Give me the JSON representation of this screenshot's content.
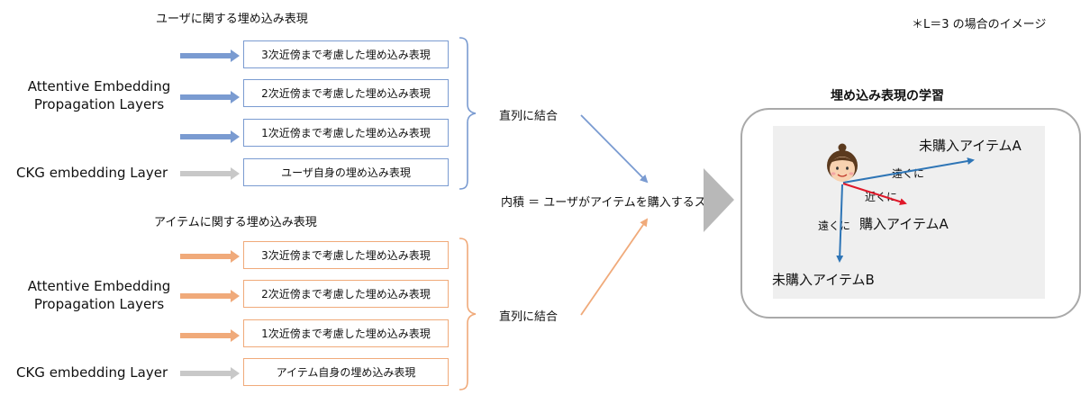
{
  "note": "＊L＝3 の場合のイメージ",
  "user_section": {
    "title": "ユーザに関する埋め込み表現",
    "attentive_label_line1": "Attentive Embedding",
    "attentive_label_line2": "Propagation Layers",
    "ckg_label": "CKG embedding Layer",
    "boxes": [
      "3次近傍まで考慮した埋め込み表現",
      "2次近傍まで考慮した埋め込み表現",
      "1次近傍まで考慮した埋め込み表現",
      "ユーザ自身の埋め込み表現"
    ],
    "concat_label": "直列に結合"
  },
  "item_section": {
    "title": "アイテムに関する埋め込み表現",
    "attentive_label_line1": "Attentive Embedding",
    "attentive_label_line2": "Propagation Layers",
    "ckg_label": "CKG embedding Layer",
    "boxes": [
      "3次近傍まで考慮した埋め込み表現",
      "2次近傍まで考慮した埋め込み表現",
      "1次近傍まで考慮した埋め込み表現",
      "アイテム自身の埋め込み表現"
    ],
    "concat_label": "直列に結合"
  },
  "score_label": "内積 ＝ ユーザがアイテムを購入するスコア",
  "learning_panel": {
    "title": "埋め込み表現の学習",
    "item_a_unpurchased": "未購入アイテムA",
    "item_a_purchased": "購入アイテムA",
    "item_b_unpurchased": "未購入アイテムB",
    "far_label_1": "遠くに",
    "near_label": "近くに",
    "far_label_2": "遠くに"
  },
  "colors": {
    "user_accent": "#7a9bd1",
    "item_accent": "#f0aa7a",
    "ckg_arrow": "#c8c8c8",
    "far_vector": "#2e75b6",
    "near_vector": "#e0192a",
    "chevron": "#b8b8b8",
    "panel_border": "#a9a9a9",
    "panel_fill": "#efefef"
  }
}
